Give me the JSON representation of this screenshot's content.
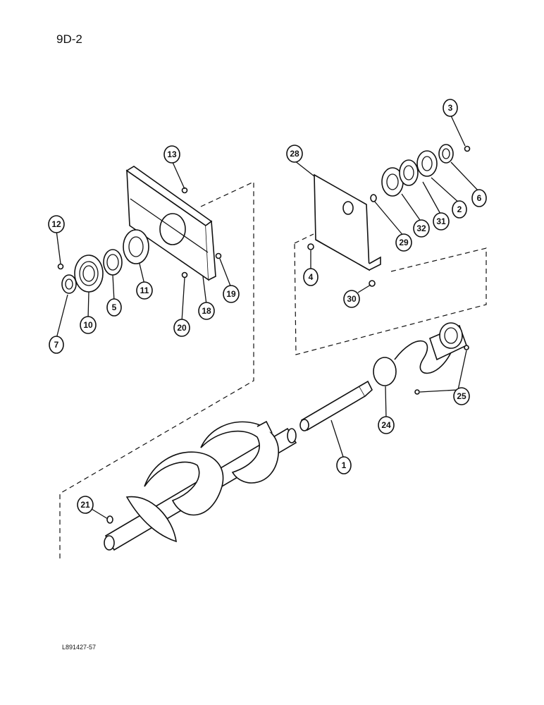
{
  "page_label": "9D-2",
  "reference_code": "L891427-57",
  "callouts": [
    "1",
    "2",
    "3",
    "4",
    "5",
    "6",
    "7",
    "10",
    "11",
    "12",
    "13",
    "18",
    "19",
    "20",
    "21",
    "24",
    "25",
    "28",
    "29",
    "30",
    "31",
    "32"
  ]
}
